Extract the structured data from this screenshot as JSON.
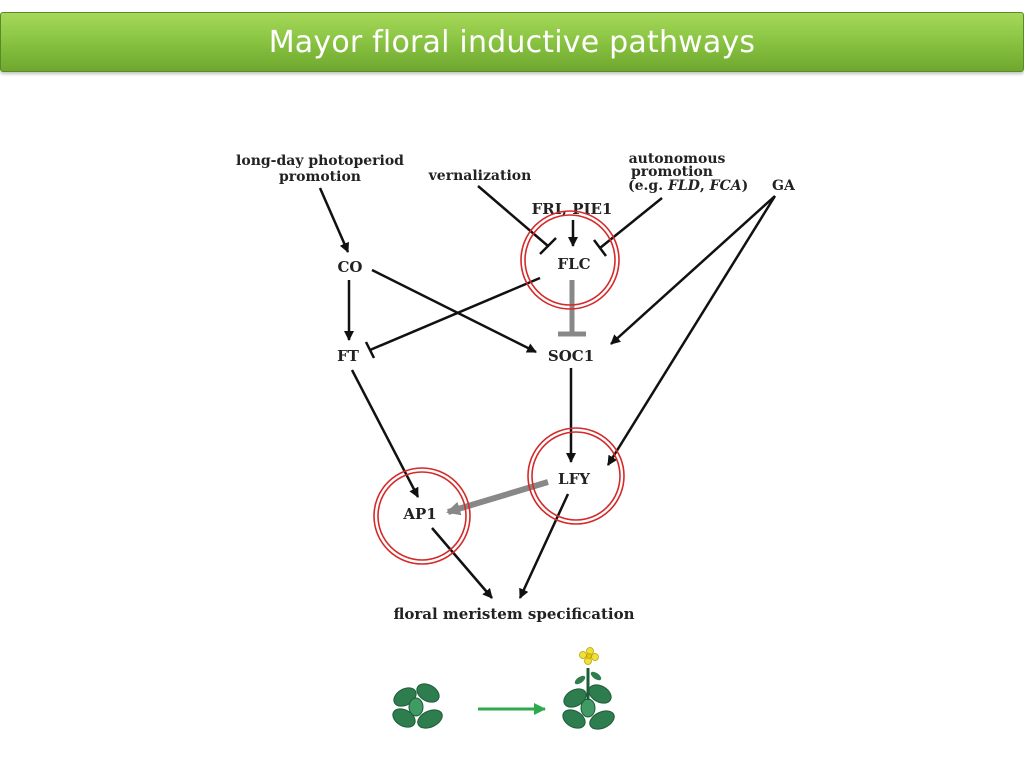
{
  "slide": {
    "title": "Mayor floral inductive pathways"
  },
  "pathway": {
    "inputs": {
      "photoperiod_line1": "long-day photoperiod",
      "photoperiod_line2": "promotion",
      "vernalization": "vernalization",
      "autonomous_line1": "autonomous",
      "autonomous_line2": "promotion",
      "autonomous_eg": "(e.g. ",
      "autonomous_fld": "FLD",
      "autonomous_sep": ", ",
      "autonomous_fca": "FCA",
      "autonomous_close": ")",
      "ga": "GA"
    },
    "genes": {
      "fri_pie1": "FRI, PIE1",
      "co": "CO",
      "flc": "FLC",
      "ft": "FT",
      "soc1": "SOC1",
      "lfy": "LFY",
      "ap1": "AP1"
    },
    "output": "floral meristem specification",
    "highlight_color": "#d42a2a",
    "plant_color": "#2e7d4f",
    "flower_color": "#f2e03a",
    "transition_arrow_color": "#2eaa4a"
  }
}
